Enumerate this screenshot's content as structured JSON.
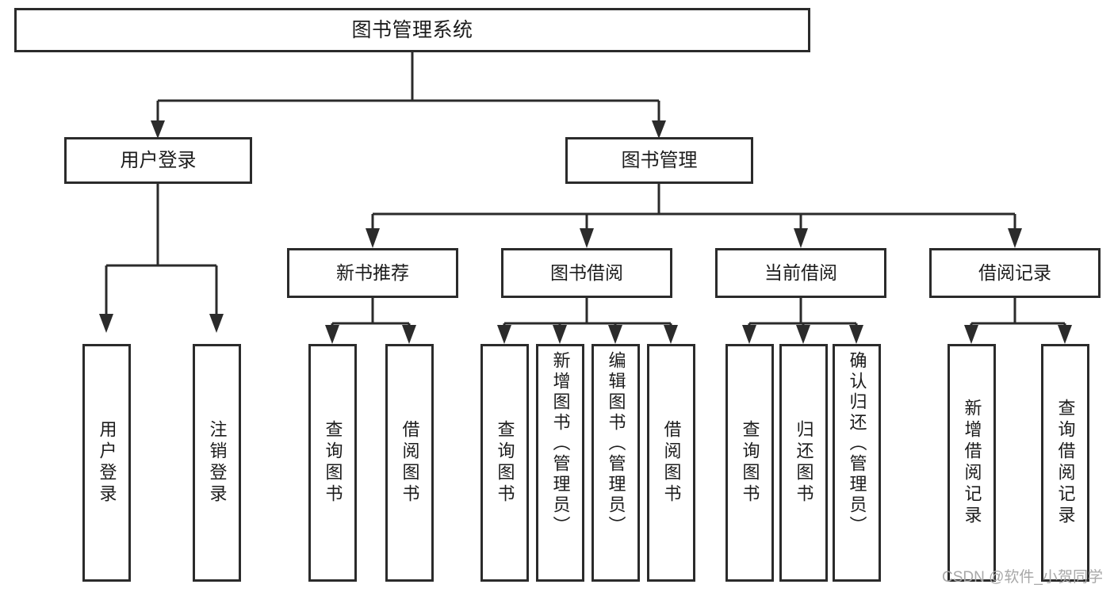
{
  "diagram": {
    "type": "tree",
    "title": "图书管理系统",
    "root": {
      "label": "图书管理系统"
    },
    "level1": [
      {
        "label": "用户登录"
      },
      {
        "label": "图书管理"
      }
    ],
    "level2": [
      {
        "label": "新书推荐"
      },
      {
        "label": "图书借阅"
      },
      {
        "label": "当前借阅"
      },
      {
        "label": "借阅记录"
      }
    ],
    "leaves": {
      "user_login": [
        {
          "label": "用户登录"
        },
        {
          "label": "注销登录"
        }
      ],
      "new_book_recommend": [
        {
          "label": "查询图书"
        },
        {
          "label": "借阅图书"
        }
      ],
      "book_borrow": [
        {
          "label": "查询图书"
        },
        {
          "label": "新增图书（管理员）"
        },
        {
          "label": "编辑图书（管理员）"
        },
        {
          "label": "借阅图书"
        }
      ],
      "current_borrow": [
        {
          "label": "查询图书"
        },
        {
          "label": "归还图书"
        },
        {
          "label": "确认归还（管理员）"
        }
      ],
      "borrow_record": [
        {
          "label": "新增借阅记录"
        },
        {
          "label": "查询借阅记录"
        }
      ]
    }
  },
  "watermark": {
    "text": "CSDN @软件_小贺同学"
  },
  "colors": {
    "stroke": "#2b2b2b",
    "background": "#ffffff",
    "text": "#1c1c1c",
    "watermark": "#a8a8a8"
  }
}
